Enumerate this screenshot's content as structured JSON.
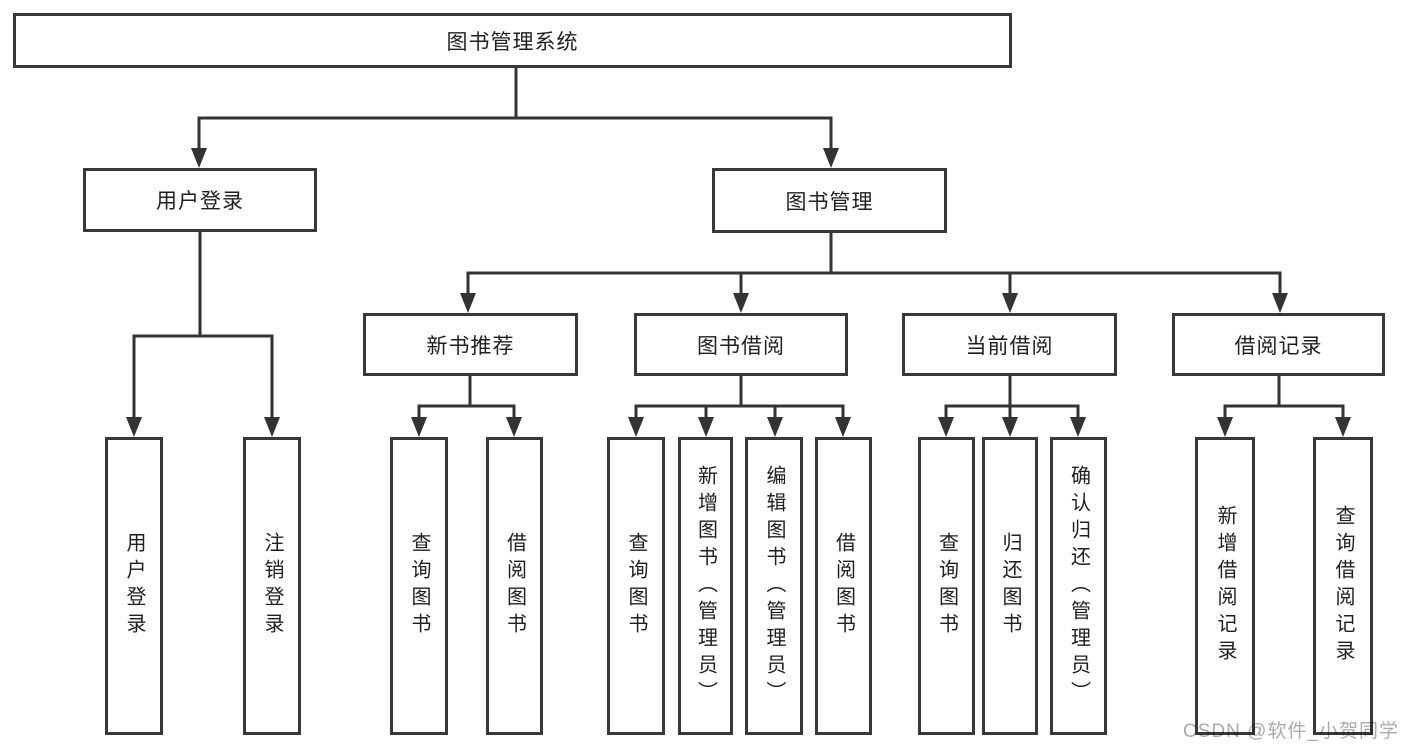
{
  "diagram": {
    "title": "图书管理系统",
    "level2": [
      {
        "label": "用户登录"
      },
      {
        "label": "图书管理"
      }
    ],
    "level3": [
      {
        "label": "新书推荐"
      },
      {
        "label": "图书借阅"
      },
      {
        "label": "当前借阅"
      },
      {
        "label": "借阅记录"
      }
    ],
    "leaves": {
      "user_login": [
        "用户登录",
        "注销登录"
      ],
      "new_book": [
        "查询图书",
        "借阅图书"
      ],
      "book_borrow": [
        "查询图书",
        "新增图书（管理员）",
        "编辑图书（管理员）",
        "借阅图书"
      ],
      "current_borrow": [
        "查询图书",
        "归还图书",
        "确认归还（管理员）"
      ],
      "borrow_record": [
        "新增借阅记录",
        "查询借阅记录"
      ]
    },
    "watermark": "CSDN @软件_小贺同学",
    "colors": {
      "border": "#383838",
      "line": "#333333",
      "text": "#1f1f1f",
      "watermark": "#ababab",
      "background": "#ffffff"
    }
  }
}
